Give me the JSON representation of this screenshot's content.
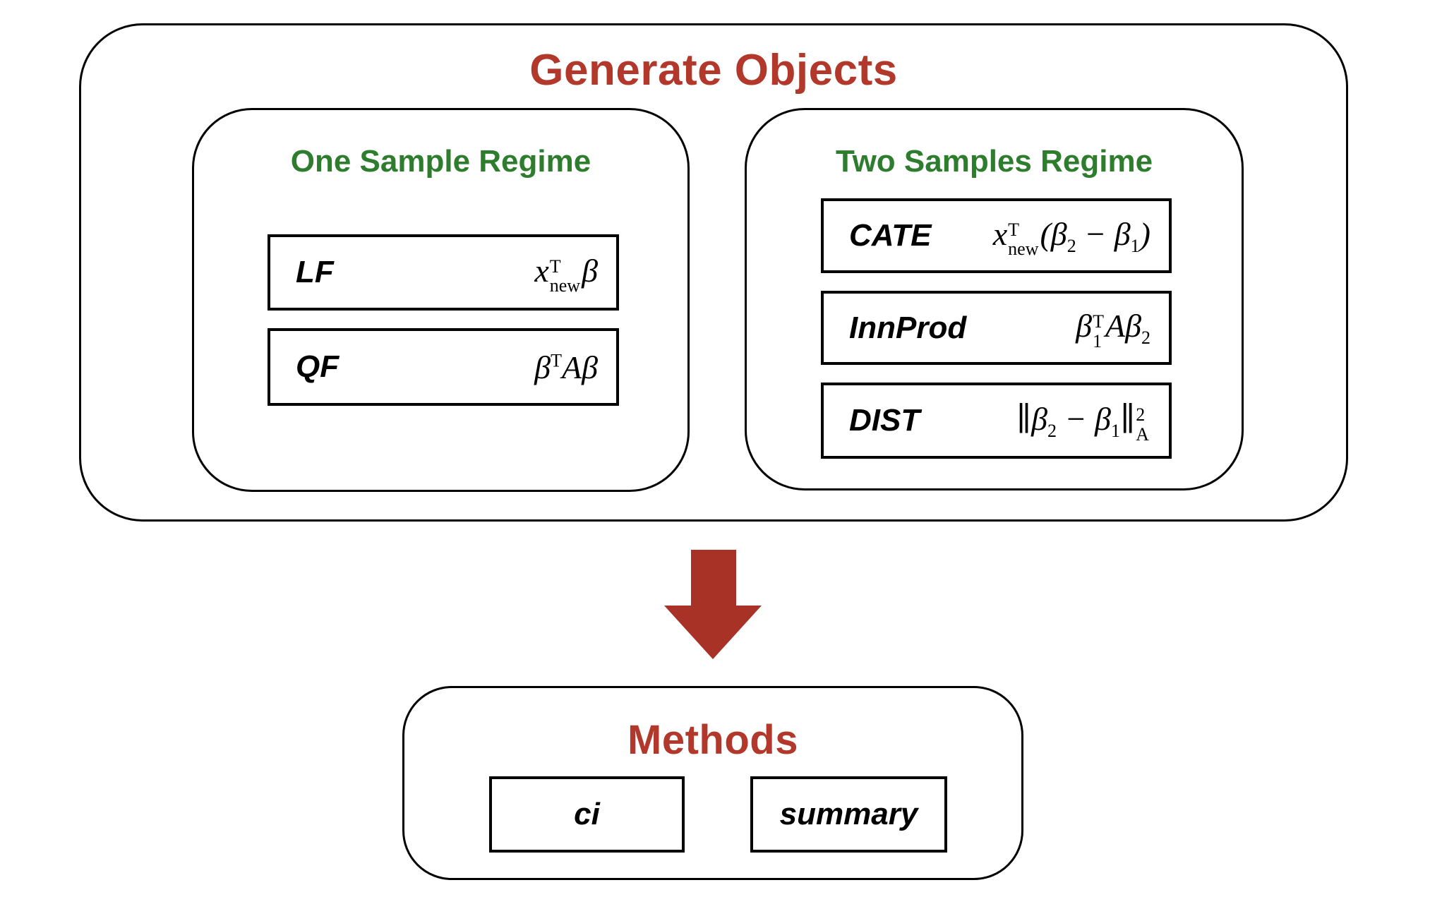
{
  "colors": {
    "title_red": "#B1382A",
    "heading_green": "#2E7D2E",
    "arrow_red": "#A93226",
    "border_black": "#000000",
    "background": "#FFFFFF"
  },
  "generate_objects": {
    "title": "Generate Objects",
    "one_sample_regime": {
      "title": "One Sample Regime",
      "items": [
        {
          "label": "LF",
          "formula_text": "x_new^T b",
          "formula_html": "x<span class='ss'><span class='up'>T</span><span class='dn'>new</span></span>β"
        },
        {
          "label": "QF",
          "formula_text": "b^T A b",
          "formula_html": "β<sup>T</sup>Aβ"
        }
      ]
    },
    "two_samples_regime": {
      "title": "Two Samples Regime",
      "items": [
        {
          "label": "CATE",
          "formula_text": "x_new^T (b2 - b1)",
          "formula_html": "x<span class='ss'><span class='up'>T</span><span class='dn'>new</span></span>(β<sub>2</sub> − β<sub>1</sub>)"
        },
        {
          "label": "InnProd",
          "formula_text": "b1^T A b2",
          "formula_html": "β<span class='ss'><span class='up'>T</span><span class='dn'>1</span></span>Aβ<sub>2</sub>"
        },
        {
          "label": "DIST",
          "formula_text": "||b2 - b1||_A^2",
          "formula_html": "∥β<sub>2</sub> − β<sub>1</sub>∥<span class='ss'><span class='up'>2</span><span class='dn'>A</span></span>"
        }
      ]
    }
  },
  "methods": {
    "title": "Methods",
    "items": [
      {
        "label": "ci"
      },
      {
        "label": "summary"
      }
    ]
  }
}
